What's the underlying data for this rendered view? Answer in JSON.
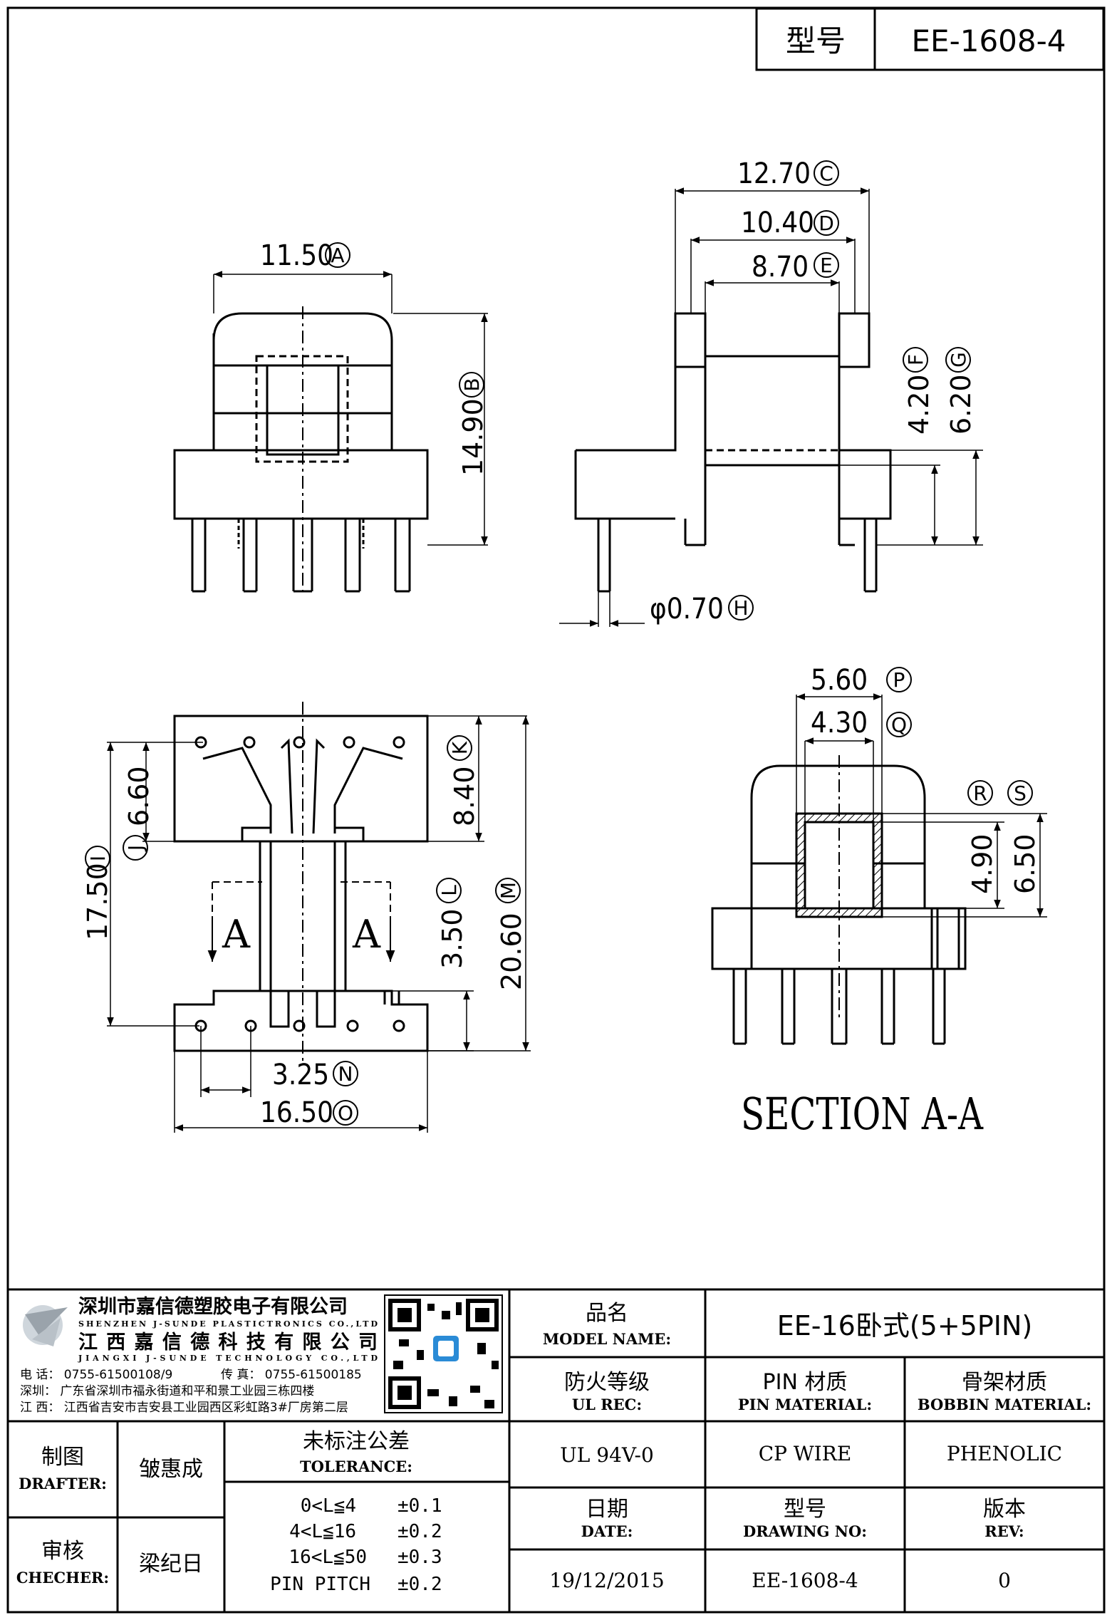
{
  "header": {
    "label": "型号",
    "model": "EE-1608-4"
  },
  "dimensions": {
    "A": {
      "value": "11.50",
      "tag": "A"
    },
    "B": {
      "value": "14.90",
      "tag": "B"
    },
    "C": {
      "value": "12.70",
      "tag": "C"
    },
    "D": {
      "value": "10.40",
      "tag": "D"
    },
    "E": {
      "value": "8.70",
      "tag": "E"
    },
    "F": {
      "value": "4.20",
      "tag": "F"
    },
    "G": {
      "value": "6.20",
      "tag": "G"
    },
    "H": {
      "value": "φ0.70",
      "tag": "H"
    },
    "I": {
      "value": "17.50",
      "tag": "I"
    },
    "J": {
      "value": "6.60",
      "tag": "J"
    },
    "K": {
      "value": "8.40",
      "tag": "K"
    },
    "L": {
      "value": "3.50",
      "tag": "L"
    },
    "M": {
      "value": "20.60",
      "tag": "M"
    },
    "N": {
      "value": "3.25",
      "tag": "N"
    },
    "O": {
      "value": "16.50",
      "tag": "O"
    },
    "P": {
      "value": "5.60",
      "tag": "P"
    },
    "Q": {
      "value": "4.30",
      "tag": "Q"
    },
    "R": {
      "tag": "R"
    },
    "S": {
      "tag": "S"
    },
    "h490": "4.90",
    "h650": "6.50"
  },
  "section": {
    "marker": "A",
    "title": "SECTION A-A"
  },
  "company": {
    "name_cn_1": "深圳市嘉信德塑胶电子有限公司",
    "name_en_1": "SHENZHEN J-SUNDE PLASTICTRONICS CO.,LTD",
    "name_cn_2": "江西嘉信德科技有限公司",
    "name_en_2": "JIANGXI J-SUNDE TECHNOLOGY CO.,LTD",
    "phone": "电 话： 0755-61500108/9",
    "fax": "传 真： 0755-61500185",
    "addr_sz": "深圳： 广东省深圳市福永街道和平和景工业园三栋四楼",
    "addr_jx": "江 西： 江西省吉安市吉安县工业园西区彩虹路3#厂房第二层"
  },
  "title_block": {
    "model_name_cn": "品名",
    "model_name_en": "MODEL NAME:",
    "model_name_val": "EE-16卧式(5+5PIN)",
    "ul_cn": "防火等级",
    "ul_en": "UL REC:",
    "ul_val": "UL 94V-0",
    "pin_cn": "PIN 材质",
    "pin_en": "PIN MATERIAL:",
    "pin_val": "CP WIRE",
    "bobbin_cn": "骨架材质",
    "bobbin_en": "BOBBIN MATERIAL:",
    "bobbin_val": "PHENOLIC",
    "date_cn": "日期",
    "date_en": "DATE:",
    "date_val": "19/12/2015",
    "drawing_cn": "型号",
    "drawing_en": "DRAWING NO:",
    "drawing_val": "EE-1608-4",
    "rev_cn": "版本",
    "rev_en": "REV:",
    "rev_val": "0",
    "drafter_cn": "制图",
    "drafter_en": "DRAFTER:",
    "drafter_val": "皱惠成",
    "checker_cn": "审核",
    "checker_en": "CHECHER:",
    "checker_val": "梁纪日",
    "tolerance_cn": "未标注公差",
    "tolerance_en": "TOLERANCE:",
    "tolerance_rows": [
      {
        "range": "0<L≦4",
        "tol": "±0.1"
      },
      {
        "range": "4<L≦16",
        "tol": "±0.2"
      },
      {
        "range": "16<L≦50",
        "tol": "±0.3"
      },
      {
        "range": "PIN PITCH",
        "tol": "±0.2"
      }
    ]
  }
}
